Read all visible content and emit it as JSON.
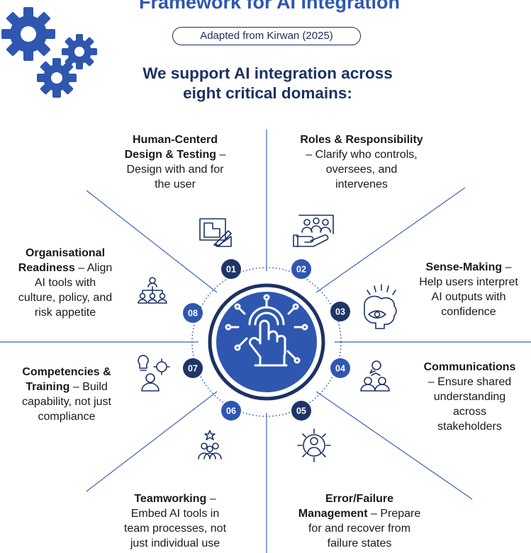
{
  "header": {
    "title": "Framework for AI Integration",
    "source": "Adapted from Kirwan (2025)",
    "headline_line1": "We support AI integration across",
    "headline_line2": "eight critical domains:"
  },
  "colors": {
    "primary": "#2f57b0",
    "dark": "#1c3264",
    "badge": "#1e3566",
    "line": "#3f63b5"
  },
  "domains": [
    {
      "number": "01",
      "title_lines": [
        "Human-Centerd",
        "Design & Testing"
      ],
      "desc_lines": [
        "Design with and for",
        "the user"
      ],
      "icon": "design-blueprint-icon"
    },
    {
      "number": "02",
      "title_lines": [
        "Roles & Responsibility"
      ],
      "desc_lines": [
        "Clarify who controls,",
        "oversees, and",
        "intervenes"
      ],
      "icon": "team-hand-icon"
    },
    {
      "number": "03",
      "title_lines": [
        "Sense-Making"
      ],
      "desc_lines": [
        "Help users interpret",
        "AI outputs with",
        "confidence"
      ],
      "icon": "brain-eye-icon"
    },
    {
      "number": "04",
      "title_lines": [
        "Communications"
      ],
      "desc_lines": [
        "Ensure shared",
        "understanding",
        "across",
        "stakeholders"
      ],
      "icon": "conversation-icon"
    },
    {
      "number": "05",
      "title_lines": [
        "Error/Failure",
        "Management"
      ],
      "desc_lines": [
        "Prepare",
        "for and recover from",
        "failure states"
      ],
      "icon": "gear-person-icon"
    },
    {
      "number": "06",
      "title_lines": [
        "Teamworking"
      ],
      "desc_lines": [
        "Embed AI tools in",
        "team processes, not",
        "just individual use"
      ],
      "icon": "team-star-icon"
    },
    {
      "number": "07",
      "title_lines": [
        "Competencies &",
        "Training"
      ],
      "desc_lines": [
        "Build",
        "capability, not just",
        "compliance"
      ],
      "icon": "idea-gear-person-icon"
    },
    {
      "number": "08",
      "title_lines": [
        "Organisational",
        "Readiness"
      ],
      "desc_lines": [
        "Align",
        "AI tools with",
        "culture, policy, and",
        "risk appetite"
      ],
      "icon": "org-chart-icon"
    }
  ],
  "center": {
    "icon": "ai-hand-icon"
  },
  "logo": {
    "icon": "gears-icon"
  }
}
